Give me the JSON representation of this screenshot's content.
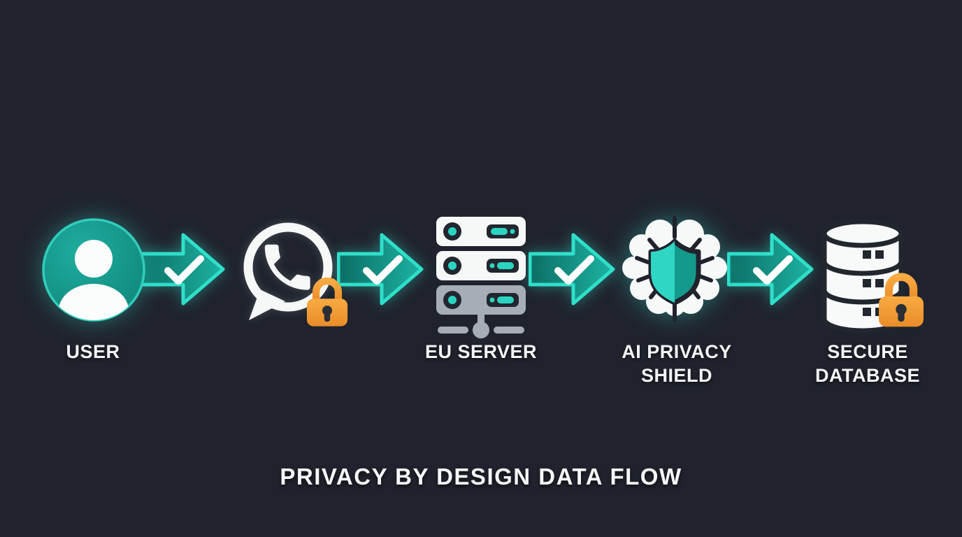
{
  "title": "PRIVACY BY DESIGN DATA FLOW",
  "nodes": [
    {
      "id": "user",
      "label": "USER",
      "icon": "user-icon"
    },
    {
      "id": "whatsapp",
      "label": "",
      "icon": "whatsapp-icon",
      "badge_icon": "lock-icon"
    },
    {
      "id": "eu_server",
      "label": "EU SERVER",
      "icon": "server-icon"
    },
    {
      "id": "ai_privacy_shield",
      "label": "AI PRIVACY SHIELD",
      "icon": "brain-shield-icon"
    },
    {
      "id": "secure_database",
      "label": "SECURE DATABASE",
      "icon": "database-icon",
      "badge_icon": "lock-icon"
    }
  ],
  "connectors": [
    {
      "from": "user",
      "to": "whatsapp",
      "icon": "arrow-check-icon"
    },
    {
      "from": "whatsapp",
      "to": "eu_server",
      "icon": "arrow-check-icon"
    },
    {
      "from": "eu_server",
      "to": "ai_privacy_shield",
      "icon": "arrow-check-icon"
    },
    {
      "from": "ai_privacy_shield",
      "to": "secure_database",
      "icon": "arrow-check-icon"
    }
  ],
  "colors": {
    "background": "#20232d",
    "teal": "#16988c",
    "teal_bright": "#2fdfca",
    "teal_dark": "#0d6e66",
    "white": "#f6f8f8",
    "orange": "#f1a03c",
    "gray": "#a6adb6",
    "icon_dark": "#22262e"
  }
}
